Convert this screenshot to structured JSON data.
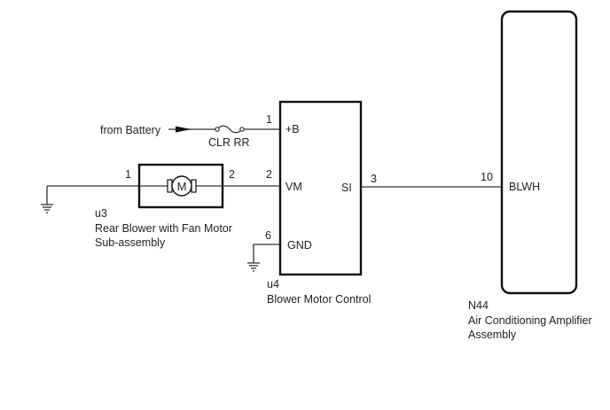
{
  "battery": {
    "label": "from Battery"
  },
  "fuse": {
    "label": "CLR RR"
  },
  "blower_motor_control": {
    "code": "u4",
    "name": "Blower Motor Control",
    "pins": [
      {
        "number": "1",
        "label": "+B"
      },
      {
        "number": "2",
        "label": "VM"
      },
      {
        "number": "6",
        "label": "GND"
      },
      {
        "number": "3",
        "label": "SI"
      }
    ]
  },
  "rear_blower": {
    "code": "u3",
    "name_line1": "Rear Blower with Fan Motor",
    "name_line2": "Sub-assembly",
    "motor_symbol": "M",
    "pin_left": "1",
    "pin_right": "2"
  },
  "ac_amplifier": {
    "code": "N44",
    "name_line1": "Air Conditioning Amplifier",
    "name_line2": "Assembly",
    "pin_number": "10",
    "pin_label": "BLWH"
  }
}
